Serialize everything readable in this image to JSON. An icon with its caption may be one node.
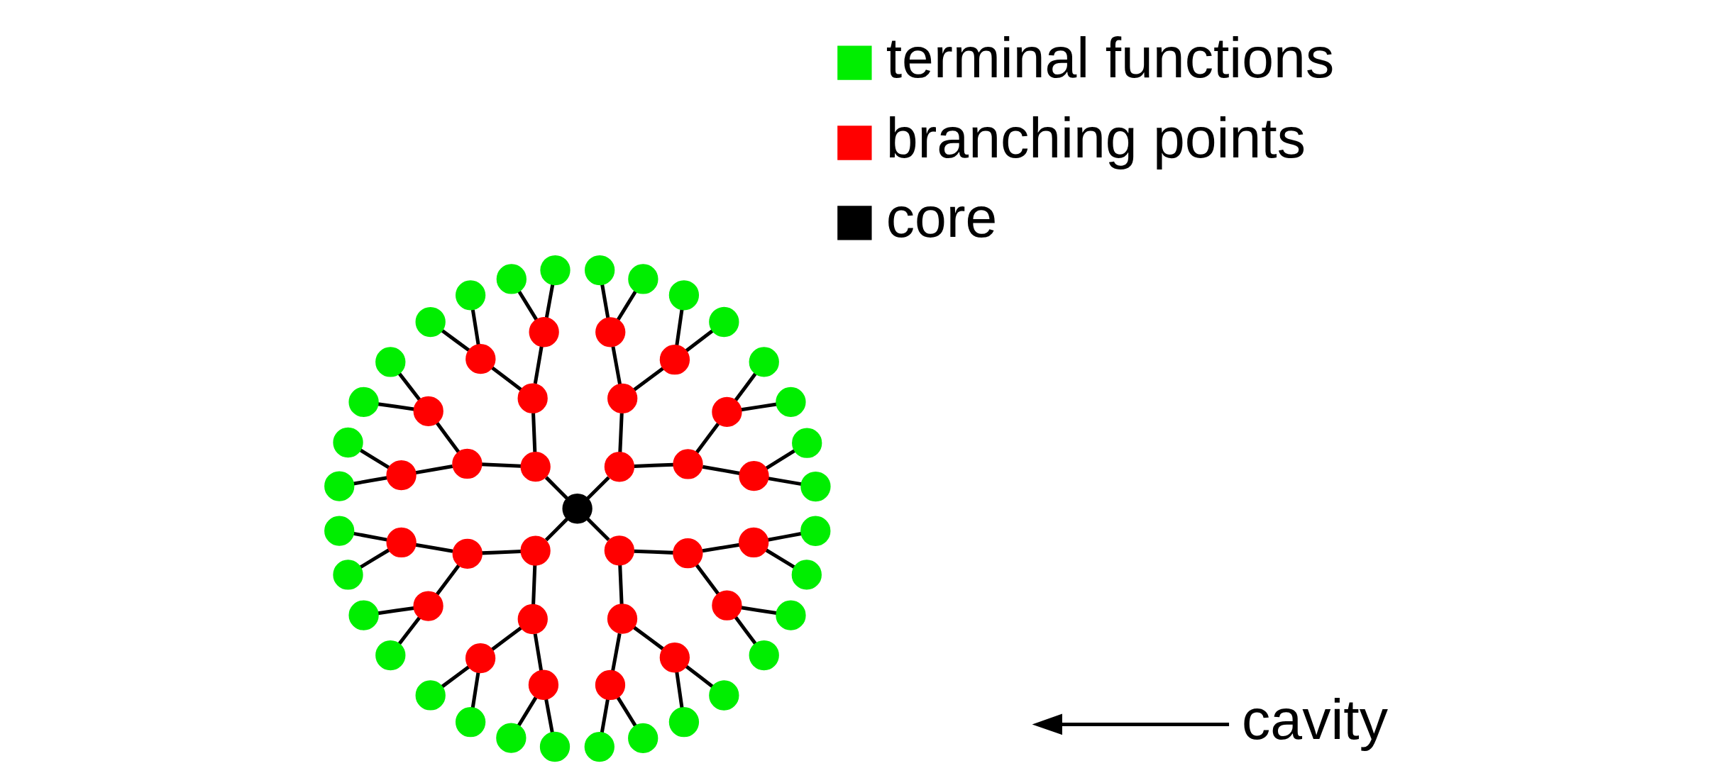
{
  "diagram": {
    "nodes": [
      {
        "text": [],
        "shape": "circle"
      },
      {
        "text": [],
        "shape": "circle"
      },
      {
        "text": [],
        "shape": "circle"
      },
      {
        "text": [],
        "shape": "circle"
      },
      {
        "text": [],
        "shape": "circle"
      },
      {
        "text": [],
        "shape": "circle"
      },
      {
        "text": [],
        "shape": "circle"
      },
      {
        "text": [],
        "shape": "circle"
      },
      {
        "text": [],
        "shape": "circle"
      },
      {
        "text": [],
        "shape": "circle"
      },
      {
        "text": [],
        "shape": "circle"
      },
      {
        "text": [],
        "shape": "circle"
      },
      {
        "text": [],
        "shape": "circle"
      },
      {
        "text": [],
        "shape": "circle"
      },
      {
        "text": [],
        "shape": "circle"
      },
      {
        "text": [],
        "shape": "circle"
      },
      {
        "text": [],
        "shape": "circle"
      },
      {
        "text": [],
        "shape": "circle"
      },
      {
        "text": [],
        "shape": "circle"
      },
      {
        "text": [],
        "shape": "circle"
      },
      {
        "text": [],
        "shape": "circle"
      },
      {
        "text": [],
        "shape": "circle"
      },
      {
        "text": [],
        "shape": "circle"
      },
      {
        "text": [],
        "shape": "circle"
      },
      {
        "text": [],
        "shape": "circle"
      },
      {
        "text": [],
        "shape": "circle"
      },
      {
        "text": [],
        "shape": "circle"
      },
      {
        "text": [],
        "shape": "circle"
      },
      {
        "text": [],
        "shape": "circle"
      },
      {
        "text": [],
        "shape": "circle"
      },
      {
        "text": [],
        "shape": "circle"
      },
      {
        "text": [],
        "shape": "circle"
      },
      {
        "text": [],
        "shape": "circle"
      },
      {
        "text": [],
        "shape": "circle"
      },
      {
        "text": [],
        "shape": "circle"
      },
      {
        "text": [],
        "shape": "circle"
      },
      {
        "text": [],
        "shape": "circle"
      },
      {
        "text": [],
        "shape": "circle"
      },
      {
        "text": [],
        "shape": "circle"
      },
      {
        "text": [],
        "shape": "circle"
      },
      {
        "text": [],
        "shape": "circle"
      },
      {
        "text": [],
        "shape": "circle"
      },
      {
        "text": [],
        "shape": "circle"
      },
      {
        "text": [],
        "shape": "circle"
      },
      {
        "text": [],
        "shape": "circle"
      },
      {
        "text": [],
        "shape": "circle"
      },
      {
        "text": [],
        "shape": "circle"
      },
      {
        "text": [],
        "shape": "circle"
      },
      {
        "text": [],
        "shape": "circle"
      },
      {
        "text": [],
        "shape": "circle"
      },
      {
        "text": [],
        "shape": "circle"
      },
      {
        "text": [],
        "shape": "circle"
      },
      {
        "text": [],
        "shape": "circle"
      },
      {
        "text": [],
        "shape": "circle"
      },
      {
        "text": [],
        "shape": "circle"
      },
      {
        "text": [],
        "shape": "circle"
      },
      {
        "text": [],
        "shape": "circle"
      },
      {
        "text": [],
        "shape": "circle"
      },
      {
        "text": [],
        "shape": "circle"
      },
      {
        "text": [],
        "shape": "circle"
      },
      {
        "text": [],
        "shape": "circle"
      },
      {
        "text": [
          "cavity"
        ]
      }
    ],
    "edges": [
      {
        "from": 0,
        "to": 1,
        "arrow": "none"
      },
      {
        "from": 0,
        "to": 2,
        "arrow": "none"
      },
      {
        "from": 0,
        "to": 3,
        "arrow": "none"
      },
      {
        "from": 0,
        "to": 4,
        "arrow": "none"
      },
      {
        "from": 1,
        "to": 5,
        "arrow": "none"
      },
      {
        "from": 1,
        "to": 6,
        "arrow": "none"
      },
      {
        "from": 2,
        "to": 7,
        "arrow": "none"
      },
      {
        "from": 2,
        "to": 8,
        "arrow": "none"
      },
      {
        "from": 3,
        "to": 9,
        "arrow": "none"
      },
      {
        "from": 3,
        "to": 10,
        "arrow": "none"
      },
      {
        "from": 4,
        "to": 11,
        "arrow": "none"
      },
      {
        "from": 4,
        "to": 12,
        "arrow": "none"
      },
      {
        "from": 5,
        "to": 13,
        "arrow": "none"
      },
      {
        "from": 5,
        "to": 14,
        "arrow": "none"
      },
      {
        "from": 6,
        "to": 15,
        "arrow": "none"
      },
      {
        "from": 6,
        "to": 16,
        "arrow": "none"
      },
      {
        "from": 7,
        "to": 17,
        "arrow": "none"
      },
      {
        "from": 7,
        "to": 18,
        "arrow": "none"
      },
      {
        "from": 8,
        "to": 19,
        "arrow": "none"
      },
      {
        "from": 8,
        "to": 20,
        "arrow": "none"
      },
      {
        "from": 9,
        "to": 21,
        "arrow": "none"
      },
      {
        "from": 9,
        "to": 22,
        "arrow": "none"
      },
      {
        "from": 10,
        "to": 23,
        "arrow": "none"
      },
      {
        "from": 10,
        "to": 24,
        "arrow": "none"
      },
      {
        "from": 11,
        "to": 25,
        "arrow": "none"
      },
      {
        "from": 11,
        "to": 26,
        "arrow": "none"
      },
      {
        "from": 12,
        "to": 27,
        "arrow": "none"
      },
      {
        "from": 12,
        "to": 28,
        "arrow": "none"
      },
      {
        "from": 13,
        "to": 29,
        "arrow": "none"
      },
      {
        "from": 13,
        "to": 30,
        "arrow": "none"
      },
      {
        "from": 14,
        "to": 31,
        "arrow": "none"
      },
      {
        "from": 14,
        "to": 32,
        "arrow": "none"
      },
      {
        "from": 15,
        "to": 33,
        "arrow": "none"
      },
      {
        "from": 15,
        "to": 34,
        "arrow": "none"
      },
      {
        "from": 16,
        "to": 35,
        "arrow": "none"
      },
      {
        "from": 16,
        "to": 36,
        "arrow": "none"
      },
      {
        "from": 17,
        "to": 37,
        "arrow": "none"
      },
      {
        "from": 17,
        "to": 38,
        "arrow": "none"
      },
      {
        "from": 18,
        "to": 39,
        "arrow": "none"
      },
      {
        "from": 18,
        "to": 40,
        "arrow": "none"
      },
      {
        "from": 19,
        "to": 41,
        "arrow": "none"
      },
      {
        "from": 19,
        "to": 42,
        "arrow": "none"
      },
      {
        "from": 20,
        "to": 43,
        "arrow": "none"
      },
      {
        "from": 20,
        "to": 44,
        "arrow": "none"
      },
      {
        "from": 21,
        "to": 45,
        "arrow": "none"
      },
      {
        "from": 21,
        "to": 46,
        "arrow": "none"
      },
      {
        "from": 22,
        "to": 47,
        "arrow": "none"
      },
      {
        "from": 22,
        "to": 48,
        "arrow": "none"
      },
      {
        "from": 23,
        "to": 49,
        "arrow": "none"
      },
      {
        "from": 23,
        "to": 50,
        "arrow": "none"
      },
      {
        "from": 24,
        "to": 51,
        "arrow": "none"
      },
      {
        "from": 24,
        "to": 52,
        "arrow": "none"
      },
      {
        "from": 25,
        "to": 53,
        "arrow": "none"
      },
      {
        "from": 25,
        "to": 54,
        "arrow": "none"
      },
      {
        "from": 26,
        "to": 55,
        "arrow": "none"
      },
      {
        "from": 26,
        "to": 56,
        "arrow": "none"
      },
      {
        "from": 27,
        "to": 57,
        "arrow": "none"
      },
      {
        "from": 27,
        "to": 58,
        "arrow": "none"
      },
      {
        "from": 28,
        "to": 59,
        "arrow": "none"
      },
      {
        "from": 28,
        "to": 60,
        "arrow": "none"
      },
      {
        "from": 61,
        "to": null,
        "arrow": "to"
      }
    ],
    "legend": [
      {
        "text": "terminal functions",
        "color": "#00ee00"
      },
      {
        "text": "branching points",
        "color": "#ff0000"
      },
      {
        "text": "core",
        "color": "#000000"
      }
    ]
  }
}
